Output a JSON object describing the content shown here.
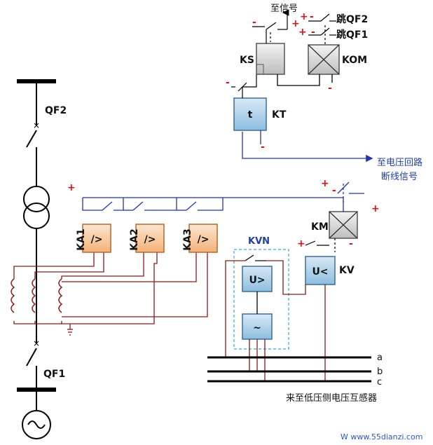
{
  "labels": {
    "qf2": "QF2",
    "qf1": "QF1",
    "ka1": "KA1",
    "ka2": "KA2",
    "ka3": "KA3",
    "ka_symbol": "/>",
    "km": "KM",
    "kvn": "KVN",
    "kv": "KV",
    "kv_symbol": "U<",
    "kvn_symbol": "U>",
    "kvn_filter": "~",
    "kt": "KT",
    "kt_symbol": "t",
    "ks": "KS",
    "kom": "KOM",
    "to_signal": "至信号",
    "trip_qf2": "跳QF2",
    "trip_qf1": "跳QF1",
    "to_voltage_loop_1": "至电压回路",
    "to_voltage_loop_2": "断线信号",
    "phase_a": "a",
    "phase_b": "b",
    "phase_c": "c",
    "from_pt": "来至低压侧电压互感器",
    "watermark": "W www.55dianzi.com",
    "plus": "+",
    "minus": "-"
  },
  "colors": {
    "black_wire": "#000000",
    "blue_wire": "#2233aa",
    "red_wire": "#8b1a1a",
    "relay_orange": "#f7c79a",
    "relay_blue": "#a9cbe8",
    "sign_red": "#d0141c",
    "dashed_box": "#33aacc"
  }
}
